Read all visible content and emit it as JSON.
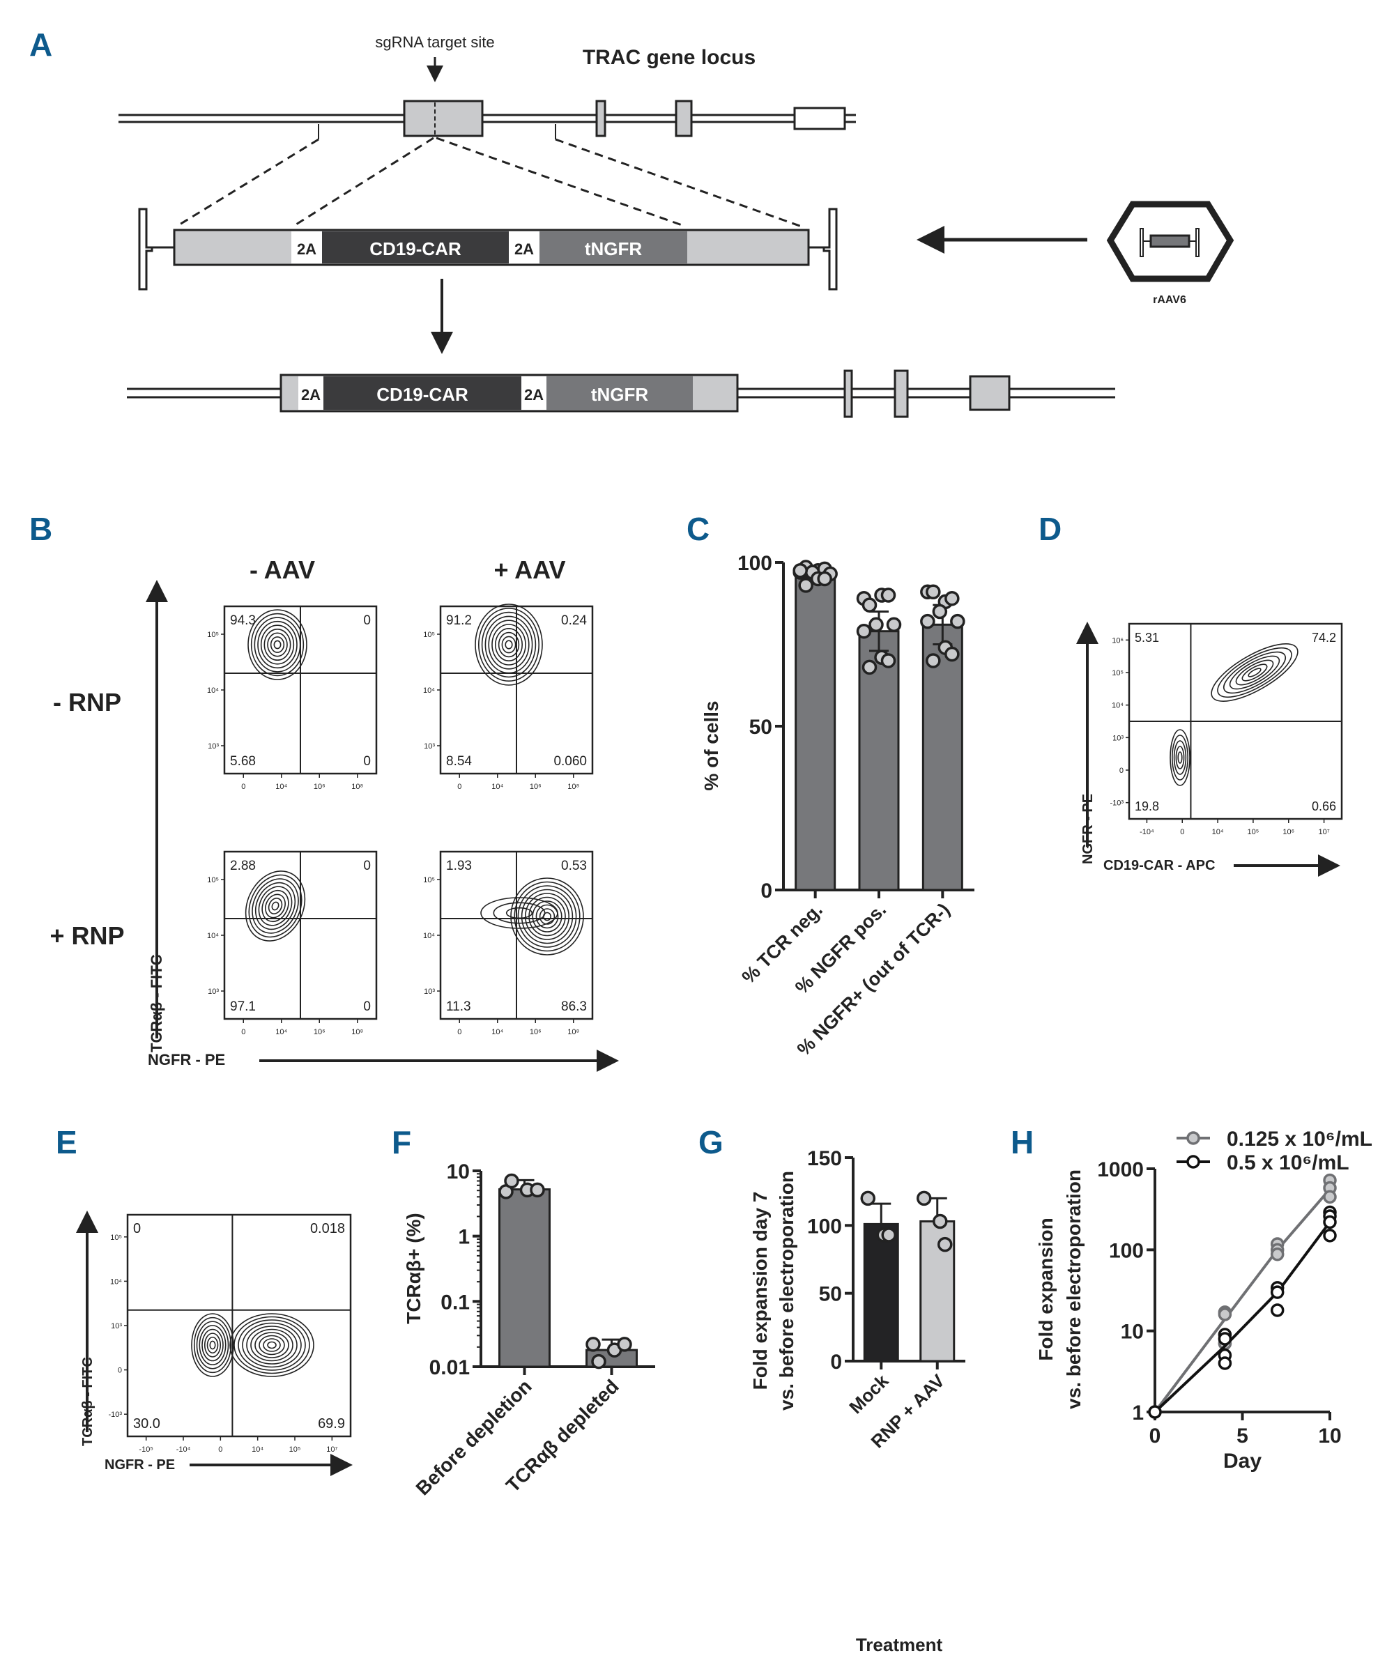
{
  "panels": {
    "A": {
      "letter": "A",
      "sgrna_label": "sgRNA target site",
      "locus_label": "TRAC gene locus",
      "construct": [
        "2A",
        "CD19-CAR",
        "2A",
        "tNGFR"
      ],
      "vector_label": "rAAV6",
      "colors": {
        "exon": "#c9cacc",
        "car": "#3b3b3d",
        "ngfr": "#76777a",
        "t2a": "#ffffff"
      }
    },
    "B": {
      "letter": "B",
      "col_headers": [
        "- AAV",
        "+ AAV"
      ],
      "row_headers": [
        "- RNP",
        "+ RNP"
      ],
      "y_axis_label": "TCRαβ - FITC",
      "x_axis_label": "NGFR - PE",
      "y_ticks": [
        "10³",
        "10⁴",
        "10⁵"
      ],
      "x_ticks": [
        "0",
        "10⁴",
        "10⁶",
        "10⁸"
      ],
      "plots": [
        {
          "name": "-RNP -AAV",
          "ul": "94.3",
          "ur": "0",
          "ll": "5.68",
          "lr": "0"
        },
        {
          "name": "-RNP +AAV",
          "ul": "91.2",
          "ur": "0.24",
          "ll": "8.54",
          "lr": "0.060"
        },
        {
          "name": "+RNP -AAV",
          "ul": "2.88",
          "ur": "0",
          "ll": "97.1",
          "lr": "0"
        },
        {
          "name": "+RNP +AAV",
          "ul": "1.93",
          "ur": "0.53",
          "ll": "11.3",
          "lr": "86.3"
        }
      ]
    },
    "D": {
      "letter": "D",
      "y_axis_label": "NGFR - PE",
      "x_axis_label": "CD19-CAR - APC",
      "y_ticks": [
        "-10³",
        "0",
        "10³",
        "10⁴",
        "10⁵",
        "10⁶"
      ],
      "x_ticks": [
        "-10⁴",
        "0",
        "10⁴",
        "10⁵",
        "10⁶",
        "10⁷"
      ],
      "ul": "5.31",
      "ur": "74.2",
      "ll": "19.8",
      "lr": "0.66"
    },
    "E": {
      "letter": "E",
      "y_axis_label": "TCRαβ - FITC",
      "x_axis_label": "NGFR - PE",
      "y_ticks": [
        "-10³",
        "0",
        "10³",
        "10⁴",
        "10⁵"
      ],
      "x_ticks": [
        "-10⁵",
        "-10⁴",
        "0",
        "10⁴",
        "10⁵",
        "10⁷"
      ],
      "ul": "0",
      "ur": "0.018",
      "ll": "30.0",
      "lr": "69.9"
    }
  },
  "chart_data": [
    {
      "panel": "C",
      "letter": "C",
      "type": "bar",
      "title": "",
      "ylabel": "% of cells",
      "xlabel": "",
      "ylim": [
        0,
        100
      ],
      "yticks": [
        "0",
        "50",
        "100"
      ],
      "categories": [
        "% TCR neg.",
        "% NGFR pos.",
        "% NGFR+ (out of TCR-)"
      ],
      "values": [
        95.5,
        79,
        81
      ],
      "error_sd": [
        2,
        6,
        6
      ],
      "points": [
        [
          97,
          97.5,
          98,
          98.5,
          97,
          96.5,
          97.5,
          95,
          95,
          93
        ],
        [
          89,
          90,
          90,
          87,
          81,
          81,
          79,
          71,
          70,
          68
        ],
        [
          91,
          88,
          89,
          91,
          85,
          82,
          82,
          74,
          72,
          70
        ]
      ],
      "bar_color": "#77787b",
      "point_color": "#c9cacc"
    },
    {
      "panel": "F",
      "letter": "F",
      "type": "bar",
      "yscale": "log",
      "ylabel": "TCRαβ+ (%)",
      "ylim": [
        0.01,
        10
      ],
      "yticks": [
        "0.01",
        "0.1",
        "1",
        "10"
      ],
      "categories": [
        "Before depletion",
        "TCRαβ depleted"
      ],
      "values": [
        5.2,
        0.018
      ],
      "error_upper": [
        7.2,
        0.026
      ],
      "points": [
        [
          4.8,
          5.1,
          5.1,
          7.0
        ],
        [
          0.022,
          0.018,
          0.022,
          0.012
        ]
      ],
      "bar_color": "#77787b",
      "point_color": "#c9cacc"
    },
    {
      "panel": "G",
      "letter": "G",
      "type": "bar",
      "ylabel": "Fold expansion day 7 vs. before electroporation",
      "xlabel": "Treatment",
      "ylim": [
        0,
        150
      ],
      "yticks": [
        "0",
        "50",
        "100",
        "150"
      ],
      "categories": [
        "Mock",
        "RNP + AAV"
      ],
      "values": [
        101,
        103
      ],
      "error_upper": [
        116,
        120
      ],
      "points": [
        [
          120,
          93,
          93
        ],
        [
          120,
          103,
          86
        ]
      ],
      "bar_colors": [
        "#232325",
        "#c9cacc"
      ]
    },
    {
      "panel": "H",
      "letter": "H",
      "type": "line",
      "yscale": "log",
      "ylabel": "Fold expansion vs. before electroporation",
      "xlabel": "Day",
      "xlim": [
        0,
        10
      ],
      "ylim": [
        1,
        1000
      ],
      "xticks": [
        "0",
        "5",
        "10"
      ],
      "yticks": [
        "1",
        "10",
        "100",
        "1000"
      ],
      "legend": "top-right",
      "series": [
        {
          "name": "0.125 x 10⁶/mL",
          "color": "#6f7073",
          "fill": "#c9cacc",
          "x": [
            0,
            4,
            7,
            10
          ],
          "mean": [
            1,
            14,
            100,
            560
          ],
          "points": [
            [
              1
            ],
            [
              17,
              16,
              7,
              7
            ],
            [
              118,
              100,
              88
            ],
            [
              720,
              580,
              450
            ]
          ]
        },
        {
          "name": "0.5 x 10⁶/mL",
          "color": "#111111",
          "fill": "#ffffff",
          "x": [
            0,
            4,
            7,
            10
          ],
          "mean": [
            1,
            6.5,
            30,
            220
          ],
          "points": [
            [
              1
            ],
            [
              9,
              8,
              5,
              4
            ],
            [
              34,
              30,
              18
            ],
            [
              290,
              260,
              220,
              150
            ]
          ]
        }
      ]
    }
  ]
}
